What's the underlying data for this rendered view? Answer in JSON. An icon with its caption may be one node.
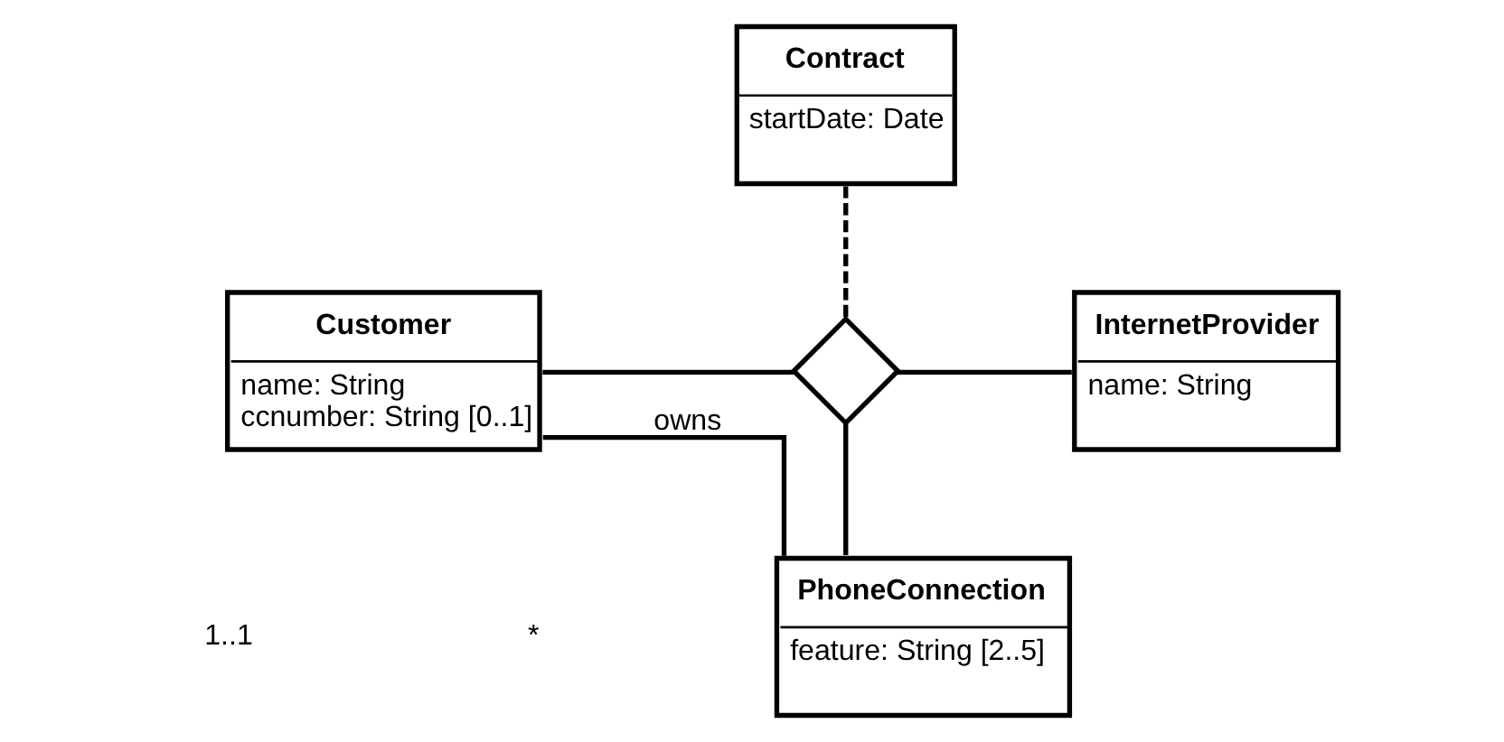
{
  "diagram": {
    "nodes": [
      {
        "text": [
          "Contract",
          "startDate: Date"
        ]
      },
      {
        "text": [
          "Customer",
          "name: String",
          "ccnumber: String [0..1]"
        ]
      },
      {
        "text": [],
        "shape": "diamond"
      },
      {
        "text": [
          "InternetProvider",
          "name: String"
        ]
      },
      {
        "text": [
          "PhoneConnection",
          "feature: String [2..5]"
        ]
      }
    ],
    "edges": [
      {
        "from": 0,
        "to": 2,
        "arrow": "none",
        "style": "dashed"
      },
      {
        "from": 1,
        "to": 2,
        "arrow": "none"
      },
      {
        "from": 2,
        "to": 3,
        "arrow": "none"
      },
      {
        "from": 2,
        "to": 4,
        "arrow": "none"
      },
      {
        "from": 1,
        "to": 4,
        "arrow": "none",
        "label": "owns"
      }
    ],
    "labels": [
      "1..1",
      "*"
    ]
  }
}
